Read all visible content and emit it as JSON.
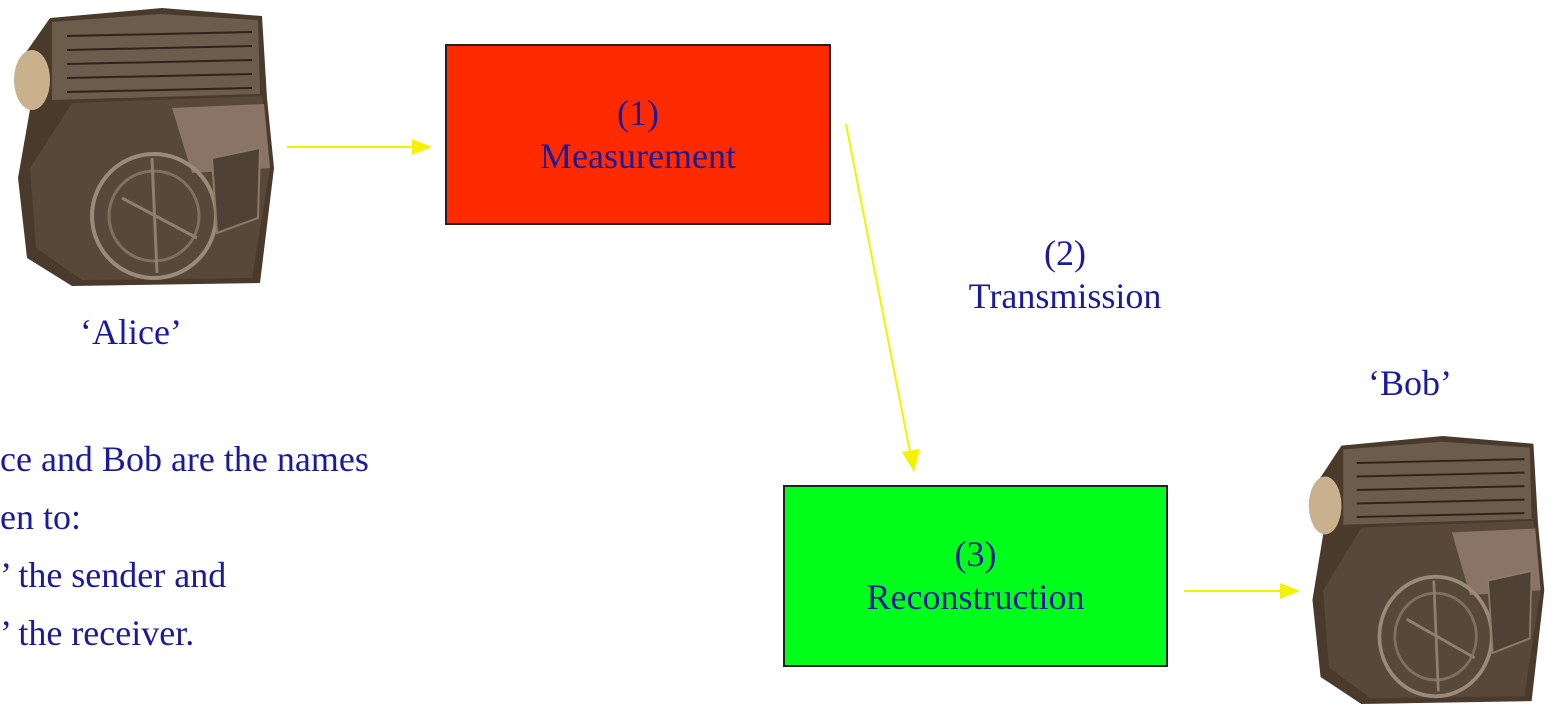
{
  "colors": {
    "text": "#1a1a9c",
    "measurement_fill": "#ff2a00",
    "reconstruction_fill": "#00ff1a",
    "arrow": "#f5f200",
    "box_border": "#222222"
  },
  "images": {
    "alice_image": "babylonian-clay-tablet-map",
    "bob_image": "babylonian-clay-tablet-map"
  },
  "alice": {
    "label": "‘Alice’"
  },
  "bob": {
    "label": "‘Bob’"
  },
  "steps": {
    "measurement": {
      "number": "(1)",
      "name": "Measurement"
    },
    "transmission": {
      "number": "(2)",
      "name": "Transmission"
    },
    "reconstruction": {
      "number": "(3)",
      "name": "Reconstruction"
    }
  },
  "note": {
    "line1": "ce and Bob are the names",
    "line2": "en to:",
    "line3": "’ the sender and",
    "line4": "’ the receiver."
  }
}
